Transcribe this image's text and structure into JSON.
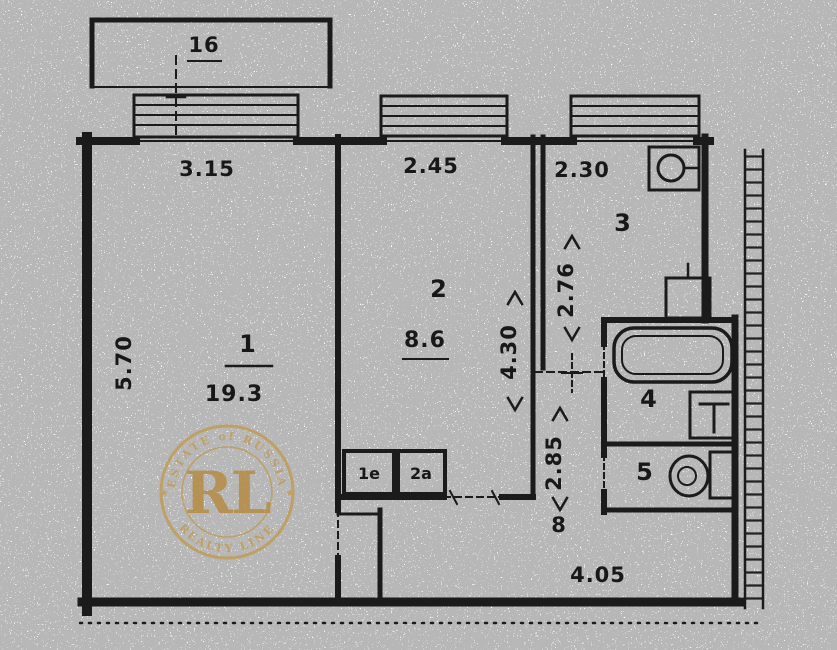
{
  "plan": {
    "balcony": {
      "label": "16"
    },
    "rooms": {
      "living": {
        "number": "1",
        "area": "19.3"
      },
      "bedroom": {
        "number": "2",
        "area": "8.6"
      },
      "kitchen": {
        "number": "3"
      },
      "bathroom": {
        "number": "4"
      },
      "toilet": {
        "number": "5"
      }
    },
    "closets": {
      "left": "1e",
      "right": "2a"
    },
    "dims": {
      "room1_width": "3.15",
      "room2_width": "2.45",
      "kitchen_width": "2.30",
      "room1_height": "5.70",
      "room2_height": "4.30",
      "kitchen_height": "2.76",
      "hall_height": "2.85",
      "hall_mark": "8",
      "corridor_width": "4.05"
    }
  },
  "watermark": {
    "monogram": "RL",
    "arc_top": "ESTATE of RUSSIA",
    "arc_bottom": "REALTY LINE",
    "separator": "★",
    "color": "#c09a52",
    "mono_color": "#b5893f"
  },
  "ink": "#1b1b1b"
}
